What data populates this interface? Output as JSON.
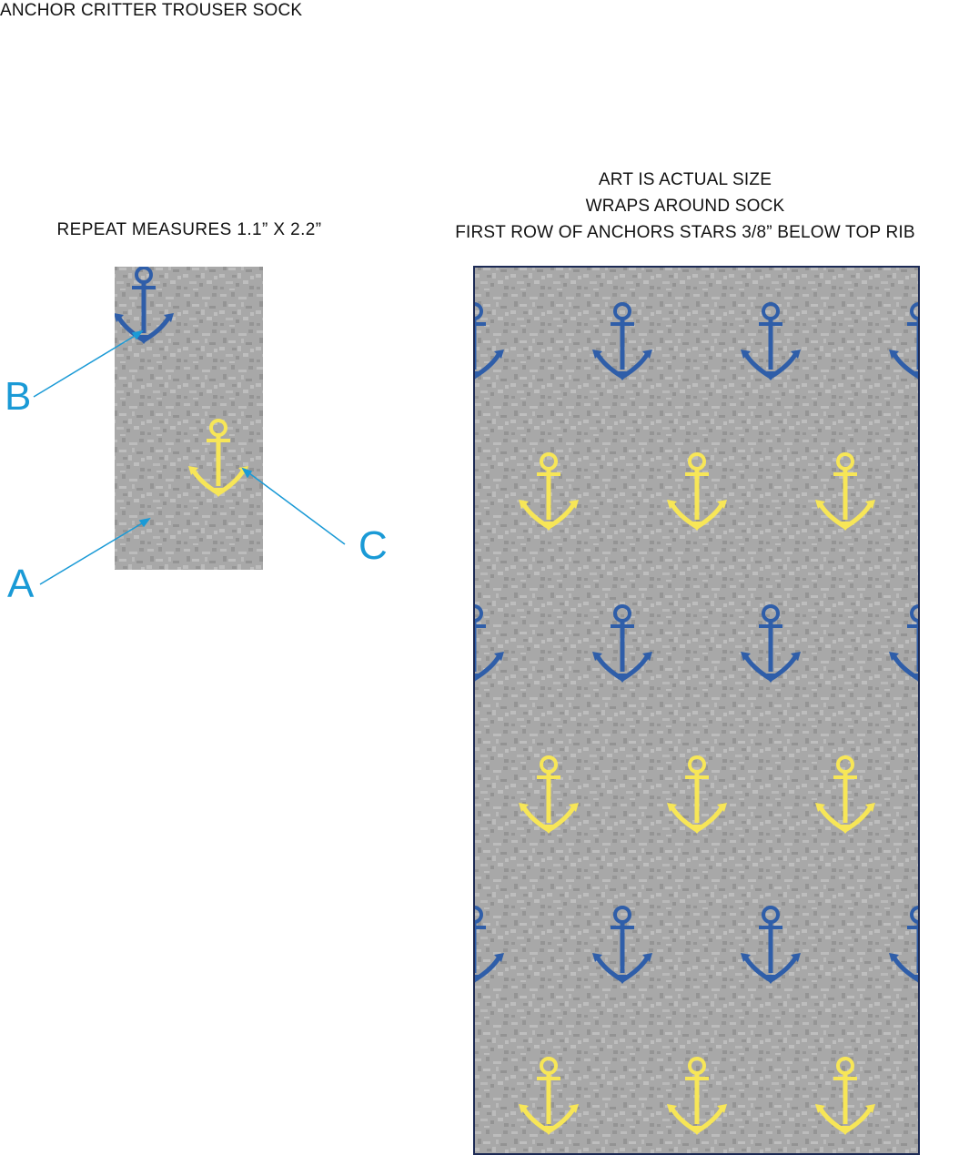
{
  "header": {
    "title": "ANCHOR CRITTER TROUSER SOCK"
  },
  "repeat": {
    "caption": "REPEAT MEASURES 1.1” X 2.2”"
  },
  "art": {
    "notes": [
      "ART IS ACTUAL SIZE",
      "WRAPS AROUND SOCK",
      "FIRST ROW OF ANCHORS STARS 3/8” BELOW TOP RIB"
    ]
  },
  "callouts": {
    "a": "A",
    "b": "B",
    "c": "C"
  },
  "colors": {
    "ground_gray": "#a8a8a8",
    "heather_light": "#bcbcbc",
    "heather_dark": "#929292",
    "anchor_blue": "#2f5ea9",
    "anchor_yellow": "#f7e657",
    "callout_blue": "#1a9ad6",
    "frame_navy": "#1c2a55"
  }
}
